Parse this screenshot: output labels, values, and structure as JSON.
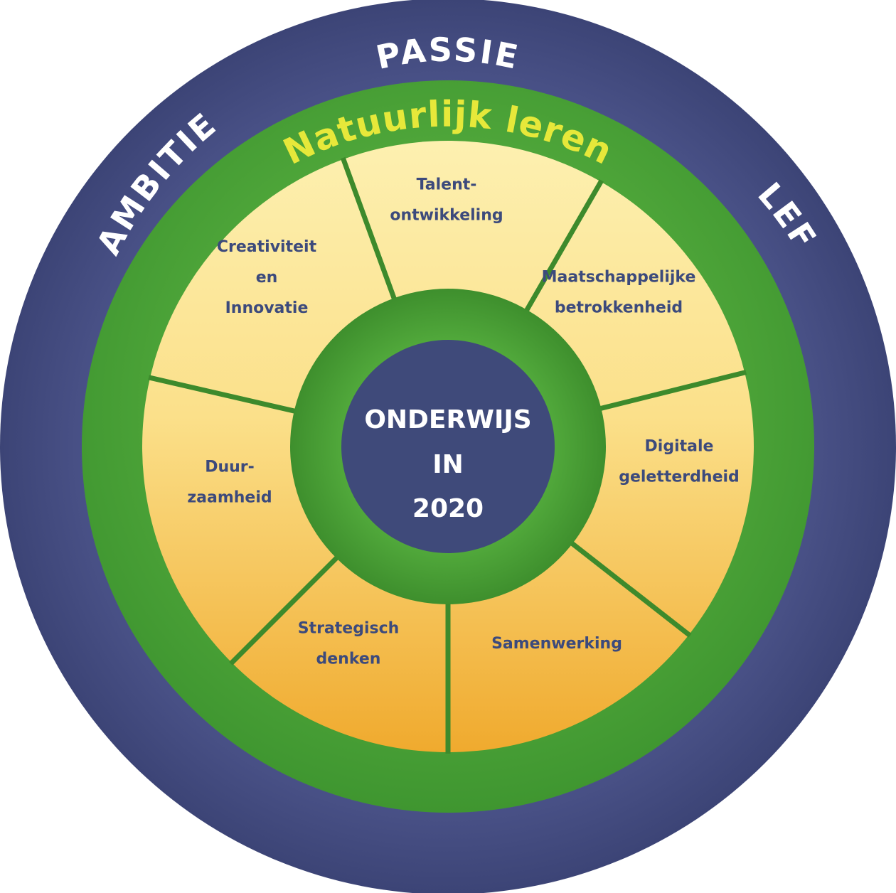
{
  "outer_ring": {
    "top_word": "PASSIE",
    "left_word": "AMBITIE",
    "right_word": "LEF"
  },
  "green_ring": {
    "title": "Natuurlijk leren"
  },
  "center": {
    "line1": "ONDERWIJS",
    "line2": "IN",
    "line3": "2020"
  },
  "segments": [
    {
      "lines": [
        "Talent-",
        "ontwikkeling"
      ]
    },
    {
      "lines": [
        "Maatschappelijke",
        "betrokkenheid"
      ]
    },
    {
      "lines": [
        "Digitale",
        "geletterdheid"
      ]
    },
    {
      "lines": [
        "Samenwerking"
      ]
    },
    {
      "lines": [
        "Strategisch",
        "denken"
      ]
    },
    {
      "lines": [
        "Duur-",
        "zaamheid"
      ]
    },
    {
      "lines": [
        "Creativiteit",
        "en",
        "Innovatie"
      ]
    }
  ],
  "colors": {
    "outer_ring": "#4a5288",
    "green_ring": "#4ea83a",
    "inner_green": "#4a9e35",
    "center_disc": "#3f4a7a",
    "segment_light": "#fbe89a",
    "segment_dark": "#f2b53a",
    "divider": "#3d8a2c",
    "label_text": "#3c4a7c",
    "green_title": "#e6e83a"
  }
}
